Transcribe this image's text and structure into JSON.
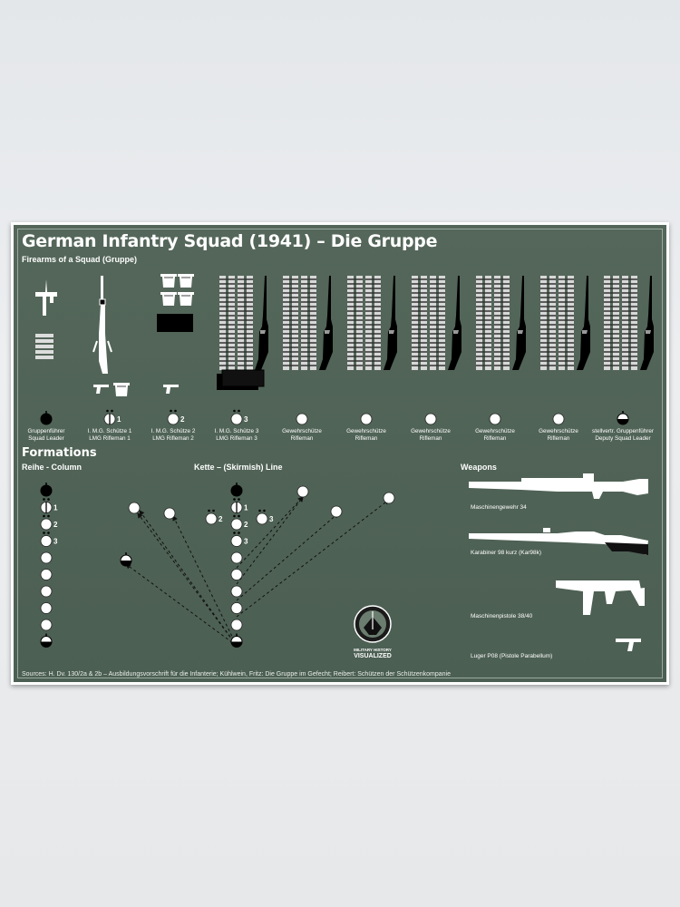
{
  "poster": {
    "title": "German Infantry Squad (1941) – Die Gruppe",
    "subtitle": "Firearms of a Squad (Gruppe)",
    "roles": [
      {
        "line1": "Gruppenführer",
        "line2": "Squad Leader"
      },
      {
        "line1": "I. M.G. Schütze 1",
        "line2": "LMG Rifleman 1"
      },
      {
        "line1": "I. M.G. Schütze 2",
        "line2": "LMG Rifleman 2"
      },
      {
        "line1": "I. M.G. Schütze 3",
        "line2": "LMG Rifleman 3"
      },
      {
        "line1": "Gewehrschütze",
        "line2": "Rifleman"
      },
      {
        "line1": "Gewehrschütze",
        "line2": "Rifleman"
      },
      {
        "line1": "Gewehrschütze",
        "line2": "Rifleman"
      },
      {
        "line1": "Gewehrschütze",
        "line2": "Rifleman"
      },
      {
        "line1": "Gewehrschütze",
        "line2": "Rifleman"
      },
      {
        "line1": "stellvertr. Gruppenführer",
        "line2": "Deputy Squad Leader"
      }
    ],
    "formations_heading": "Formations",
    "column_heading": "Reihe - Column",
    "skirmish_heading": "Kette – (Skirmish) Line",
    "weapons_heading": "Weapons",
    "weapons": [
      {
        "label": "Maschinengewehr 34",
        "icon": "mg34-icon"
      },
      {
        "label": "Karabiner 98 kurz (Kar98k)",
        "icon": "kar98k-icon"
      },
      {
        "label": "Maschinenpistole 38/40",
        "icon": "mp40-icon"
      },
      {
        "label": "Luger P08 (Pistole Parabellum)",
        "icon": "luger-icon"
      }
    ],
    "marker_numbers": [
      "1",
      "2",
      "3"
    ],
    "logo": {
      "line1": "MILITARY HISTORY",
      "line2": "VISUALIZED"
    },
    "sources": "Sources: H. Dv. 130/2a & 2b – Ausbildungsvorschrift für die Infanterie; Kühlwein, Fritz: Die Gruppe im Gefecht; Reibert: Schützen der Schützenkompanie"
  },
  "colors": {
    "background": "#e8eaec",
    "poster_green": "#52655a",
    "marker_white": "#ffffff",
    "marker_black": "#000000"
  }
}
